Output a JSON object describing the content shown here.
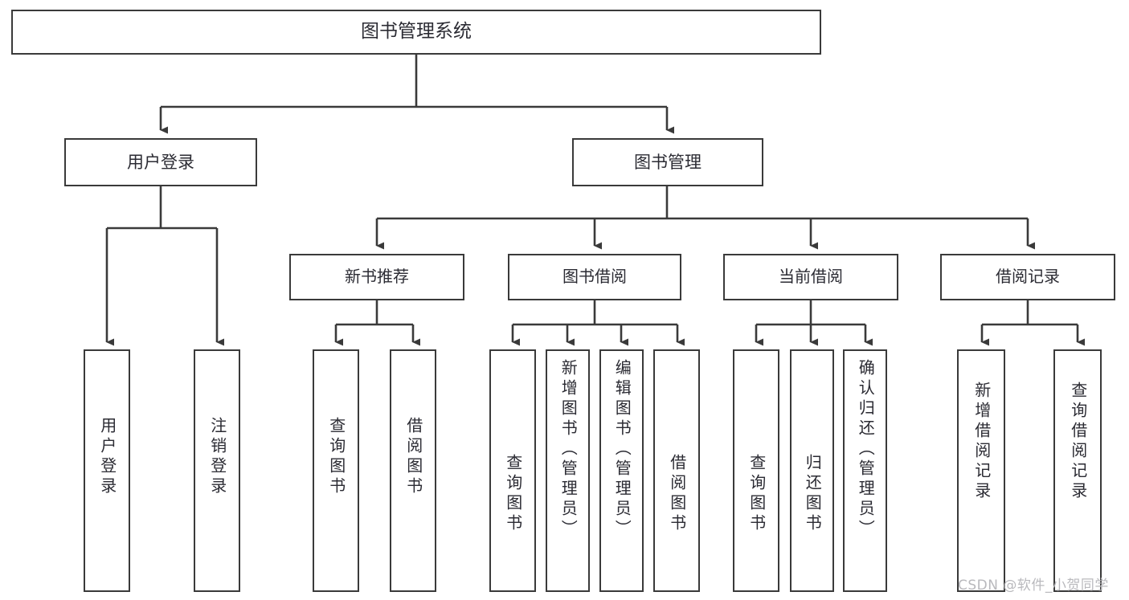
{
  "diagram": {
    "title": "图书管理系统",
    "type": "tree-hierarchy-chart",
    "accent_color": "#3a3a3a",
    "text_color": "#2b2b33",
    "background_color": "#ffffff"
  },
  "nodes": {
    "root": {
      "label": "图书管理系统"
    },
    "level2": [
      {
        "label": "用户登录"
      },
      {
        "label": "图书管理"
      }
    ],
    "level3": [
      {
        "label": "新书推荐"
      },
      {
        "label": "图书借阅"
      },
      {
        "label": "当前借阅"
      },
      {
        "label": "借阅记录"
      }
    ],
    "leaves": [
      {
        "label": "用户登录"
      },
      {
        "label": "注销登录"
      },
      {
        "label": "查询图书"
      },
      {
        "label": "借阅图书"
      },
      {
        "label": "查询图书"
      },
      {
        "label": "新增图书（管理员）"
      },
      {
        "label": "编辑图书（管理员）"
      },
      {
        "label": "借阅图书"
      },
      {
        "label": "查询图书"
      },
      {
        "label": "归还图书"
      },
      {
        "label": "确认归还（管理员）"
      },
      {
        "label": "新增借阅记录"
      },
      {
        "label": "查询借阅记录"
      }
    ]
  },
  "watermark": {
    "text": "CSDN @软件_小贺同学"
  }
}
